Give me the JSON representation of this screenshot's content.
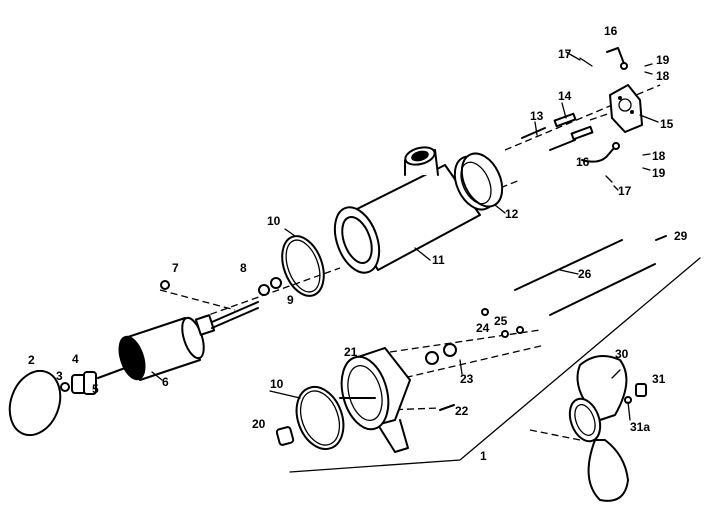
{
  "callouts": [
    {
      "id": "c1",
      "text": "1"
    },
    {
      "id": "c2",
      "text": "2"
    },
    {
      "id": "c3",
      "text": "3"
    },
    {
      "id": "c4",
      "text": "4"
    },
    {
      "id": "c5",
      "text": "5"
    },
    {
      "id": "c6",
      "text": "6"
    },
    {
      "id": "c7",
      "text": "7"
    },
    {
      "id": "c8",
      "text": "8"
    },
    {
      "id": "c9",
      "text": "9"
    },
    {
      "id": "c10a",
      "text": "10"
    },
    {
      "id": "c10b",
      "text": "10"
    },
    {
      "id": "c11",
      "text": "11"
    },
    {
      "id": "c12",
      "text": "12"
    },
    {
      "id": "c13",
      "text": "13"
    },
    {
      "id": "c14",
      "text": "14"
    },
    {
      "id": "c15",
      "text": "15"
    },
    {
      "id": "c16a",
      "text": "16"
    },
    {
      "id": "c16b",
      "text": "16"
    },
    {
      "id": "c17a",
      "text": "17"
    },
    {
      "id": "c17b",
      "text": "17"
    },
    {
      "id": "c18a",
      "text": "18"
    },
    {
      "id": "c18b",
      "text": "18"
    },
    {
      "id": "c19a",
      "text": "19"
    },
    {
      "id": "c19b",
      "text": "19"
    },
    {
      "id": "c20",
      "text": "20"
    },
    {
      "id": "c21",
      "text": "21"
    },
    {
      "id": "c22",
      "text": "22"
    },
    {
      "id": "c23",
      "text": "23"
    },
    {
      "id": "c24",
      "text": "24"
    },
    {
      "id": "c25",
      "text": "25"
    },
    {
      "id": "c26",
      "text": "26"
    },
    {
      "id": "c29",
      "text": "29"
    },
    {
      "id": "c30",
      "text": "30"
    },
    {
      "id": "c31",
      "text": "31"
    },
    {
      "id": "c31a",
      "text": "31a"
    }
  ]
}
